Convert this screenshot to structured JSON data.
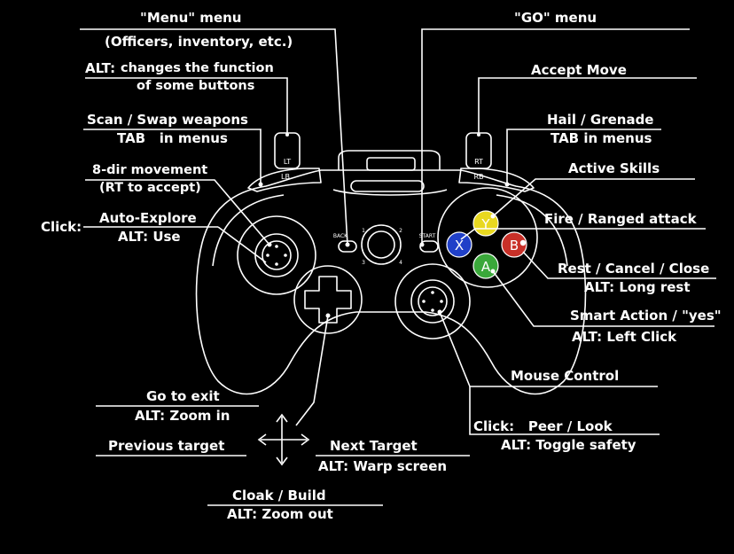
{
  "labels": {
    "menu_title": "\"Menu\" menu",
    "menu_sub": "(Officers, inventory, etc.)",
    "go_title": "\"GO\" menu",
    "alt_prefix": "ALT:",
    "alt_line1": "changes the function",
    "alt_line2": "of some buttons",
    "accept_move": "Accept Move",
    "scan_swap": "Scan / Swap weapons",
    "tab_menus_left": "TAB   in menus",
    "hail_grenade": "Hail / Grenade",
    "tab_menus_right": "TAB in menus",
    "move_8dir": "8-dir movement",
    "rt_accept": "(RT to accept)",
    "active_skills": "Active Skills",
    "click_prefix": "Click:",
    "auto_explore": "Auto-Explore",
    "alt_use": "ALT: Use",
    "fire_ranged": "Fire / Ranged attack",
    "rest_cancel": "Rest / Cancel / Close",
    "alt_long_rest": "ALT: Long rest",
    "smart_action": "Smart Action / \"yes\"",
    "alt_left_click": "ALT: Left Click",
    "mouse_control": "Mouse Control",
    "go_exit": "Go to exit",
    "alt_zoom_in": "ALT: Zoom in",
    "previous_target": "Previous target",
    "next_target": "Next Target",
    "alt_warp": "ALT: Warp screen",
    "click_peer": "Click:   Peer / Look",
    "alt_safety": "ALT: Toggle safety",
    "cloak_build": "Cloak / Build",
    "alt_zoom_out": "ALT: Zoom out"
  },
  "controller": {
    "lt": "LT",
    "lb": "LB",
    "rt": "RT",
    "rb": "RB",
    "back": "BACK",
    "start": "START",
    "btn_y": "Y",
    "btn_x": "X",
    "btn_b": "B",
    "btn_a": "A",
    "quad_1": "1",
    "quad_2": "2",
    "quad_3": "3",
    "quad_4": "4"
  },
  "colors": {
    "y": "#e8d820",
    "x": "#2040c8",
    "b": "#c83028",
    "a": "#3aa83a",
    "line": "#ffffff",
    "background": "#000000"
  }
}
